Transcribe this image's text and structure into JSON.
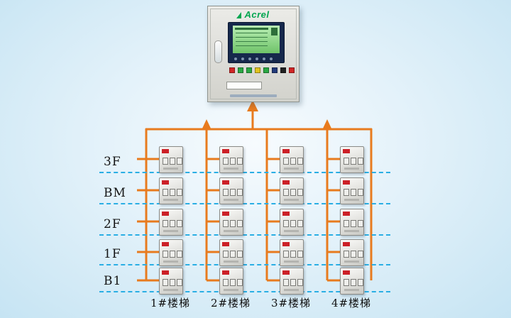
{
  "diagram": {
    "panel": {
      "brand": "Acrel"
    },
    "floors": [
      "3F",
      "BM",
      "2F",
      "1F",
      "B1"
    ],
    "stairs": [
      "1#楼梯",
      "2#楼梯",
      "3#楼梯",
      "4#楼梯"
    ],
    "device_grid": {
      "rows": 5,
      "cols": 4
    },
    "colors": {
      "wire_orange": "#e87b1e",
      "floor_dash_blue": "#2aaee4",
      "brand_green": "#00a650",
      "lcd_green": "#8fd982",
      "indicator_red": "#cc2027"
    }
  }
}
